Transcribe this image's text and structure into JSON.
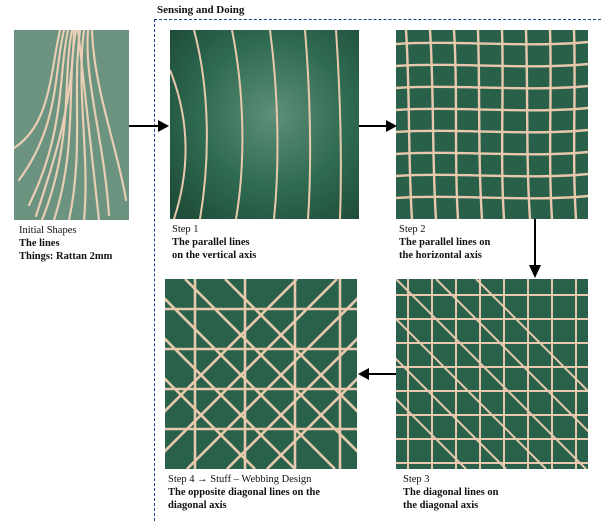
{
  "section_title": "Sensing and Doing",
  "initial": {
    "label": "Initial Shapes",
    "lines": "The lines",
    "things": "Things: Rattan 2mm"
  },
  "steps": [
    {
      "step": "Step 1",
      "line1": "The parallel lines",
      "line2": "on the vertical axis"
    },
    {
      "step": "Step 2",
      "line1": "The parallel lines on",
      "line2": "the horizontal axis"
    },
    {
      "step": "Step 3",
      "line1": "The diagonal lines on",
      "line2": "the diagonal axis"
    },
    {
      "step": "Step 4 → Stuff – Webbing  Design",
      "line1": "The opposite diagonal lines on the",
      "line2": "diagonal axis"
    }
  ],
  "colors": {
    "board": "#2f6b52",
    "board_dark": "#1f4d3a",
    "rattan": "#e8c9ad",
    "frame": "#1b3f8a",
    "arrow": "#000000"
  }
}
